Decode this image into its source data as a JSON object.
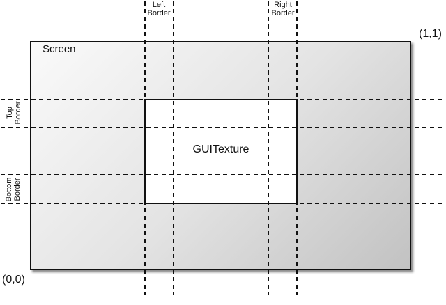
{
  "diagram": {
    "screen_label": "Screen",
    "texture_label": "GUITexture",
    "coord_origin": "(0,0)",
    "coord_top_right": "(1,1)",
    "borders": {
      "left": {
        "line1": "Left",
        "line2": "Border"
      },
      "right": {
        "line1": "Right",
        "line2": "Border"
      },
      "top": {
        "line1": "Top",
        "line2": "Border"
      },
      "bottom": {
        "line1": "Bottom",
        "line2": "Border"
      }
    },
    "colors": {
      "line": "#111111",
      "screen_fill_start": "#fafafa",
      "screen_fill_end": "#c2c2c2",
      "texture_fill": "#ffffff",
      "background": "#ffffff"
    }
  }
}
